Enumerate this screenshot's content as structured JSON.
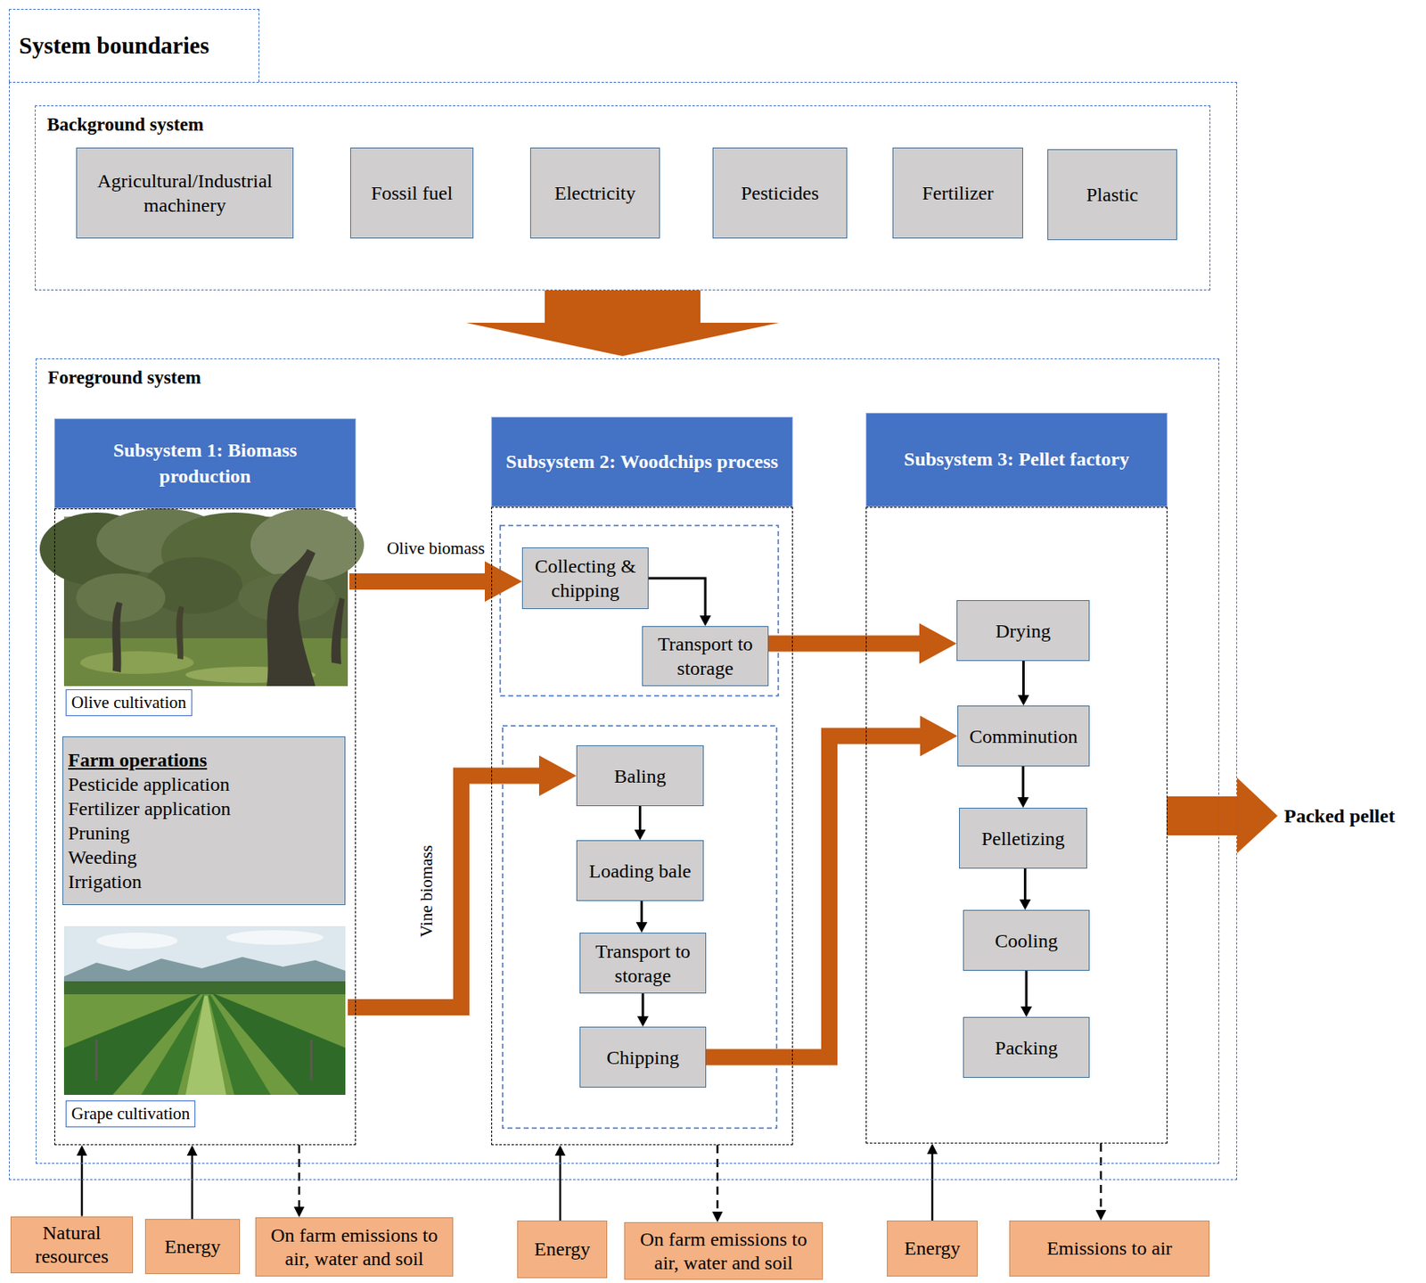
{
  "diagram": {
    "nodes": [
      {
        "text": [
          "System boundaries"
        ]
      },
      {
        "text": [
          "Background system"
        ],
        "in": 0
      },
      {
        "text": [
          "Agricultural/Industrial machinery"
        ],
        "in": 1
      },
      {
        "text": [
          "Fossil fuel"
        ],
        "in": 1
      },
      {
        "text": [
          "Electricity"
        ],
        "in": 1
      },
      {
        "text": [
          "Pesticides"
        ],
        "in": 1
      },
      {
        "text": [
          "Fertilizer"
        ],
        "in": 1
      },
      {
        "text": [
          "Plastic"
        ],
        "in": 1
      },
      {
        "text": [
          "Foreground system"
        ],
        "in": 0
      },
      {
        "text": [
          "Subsystem 1: Biomass production"
        ],
        "in": 8
      },
      {
        "text": [
          "Olive cultivation"
        ],
        "in": 9
      },
      {
        "text": [
          "Farm operations",
          "Pesticide application",
          "Fertilizer application",
          "Pruning",
          "Weeding",
          "Irrigation"
        ],
        "in": 9
      },
      {
        "text": [
          "Grape cultivation"
        ],
        "in": 9
      },
      {
        "text": [
          "Subsystem 2: Woodchips process"
        ],
        "in": 8
      },
      {
        "text": [
          "Collecting & chipping"
        ],
        "in": 13
      },
      {
        "text": [
          "Transport to storage"
        ],
        "in": 13
      },
      {
        "text": [
          "Baling"
        ],
        "in": 13
      },
      {
        "text": [
          "Loading bale"
        ],
        "in": 13
      },
      {
        "text": [
          "Transport to storage"
        ],
        "in": 13
      },
      {
        "text": [
          "Chipping"
        ],
        "in": 13
      },
      {
        "text": [
          "Subsystem 3: Pellet factory"
        ],
        "in": 8
      },
      {
        "text": [
          "Drying"
        ],
        "in": 20
      },
      {
        "text": [
          "Comminution"
        ],
        "in": 20
      },
      {
        "text": [
          "Pelletizing"
        ],
        "in": 20
      },
      {
        "text": [
          "Cooling"
        ],
        "in": 20
      },
      {
        "text": [
          "Packing"
        ],
        "in": 20
      },
      {
        "text": [
          "Natural resources"
        ]
      },
      {
        "text": [
          "Energy"
        ]
      },
      {
        "text": [
          "On farm emissions to air, water and soil"
        ]
      },
      {
        "text": [
          "Energy"
        ]
      },
      {
        "text": [
          "On farm emissions to air, water and soil"
        ]
      },
      {
        "text": [
          "Energy"
        ]
      },
      {
        "text": [
          "Emissions to air"
        ]
      }
    ],
    "edges": [
      {
        "from": 1,
        "to": 8,
        "arrow": "to"
      },
      {
        "from": 10,
        "to": 14,
        "label": "Olive biomass",
        "arrow": "to"
      },
      {
        "from": 14,
        "to": 15,
        "arrow": "to"
      },
      {
        "from": 15,
        "to": 21,
        "arrow": "to"
      },
      {
        "from": 12,
        "to": 16,
        "label": "Vine biomass",
        "arrow": "to"
      },
      {
        "from": 16,
        "to": 17,
        "arrow": "to"
      },
      {
        "from": 17,
        "to": 18,
        "arrow": "to"
      },
      {
        "from": 18,
        "to": 19,
        "arrow": "to"
      },
      {
        "from": 19,
        "to": 22,
        "arrow": "to"
      },
      {
        "from": 21,
        "to": 22,
        "arrow": "to"
      },
      {
        "from": 22,
        "to": 23,
        "arrow": "to"
      },
      {
        "from": 23,
        "to": 24,
        "arrow": "to"
      },
      {
        "from": 24,
        "to": 25,
        "arrow": "to"
      },
      {
        "from": 26,
        "to": 9,
        "arrow": "to"
      },
      {
        "from": 27,
        "to": 9,
        "arrow": "to"
      },
      {
        "from": 9,
        "to": 28,
        "arrow": "to"
      },
      {
        "from": 29,
        "to": 13,
        "arrow": "to"
      },
      {
        "from": 13,
        "to": 30,
        "arrow": "to"
      },
      {
        "from": 31,
        "to": 20,
        "arrow": "to"
      },
      {
        "from": 20,
        "to": 32,
        "arrow": "to"
      }
    ],
    "labels": [
      "Packed pellet"
    ]
  }
}
